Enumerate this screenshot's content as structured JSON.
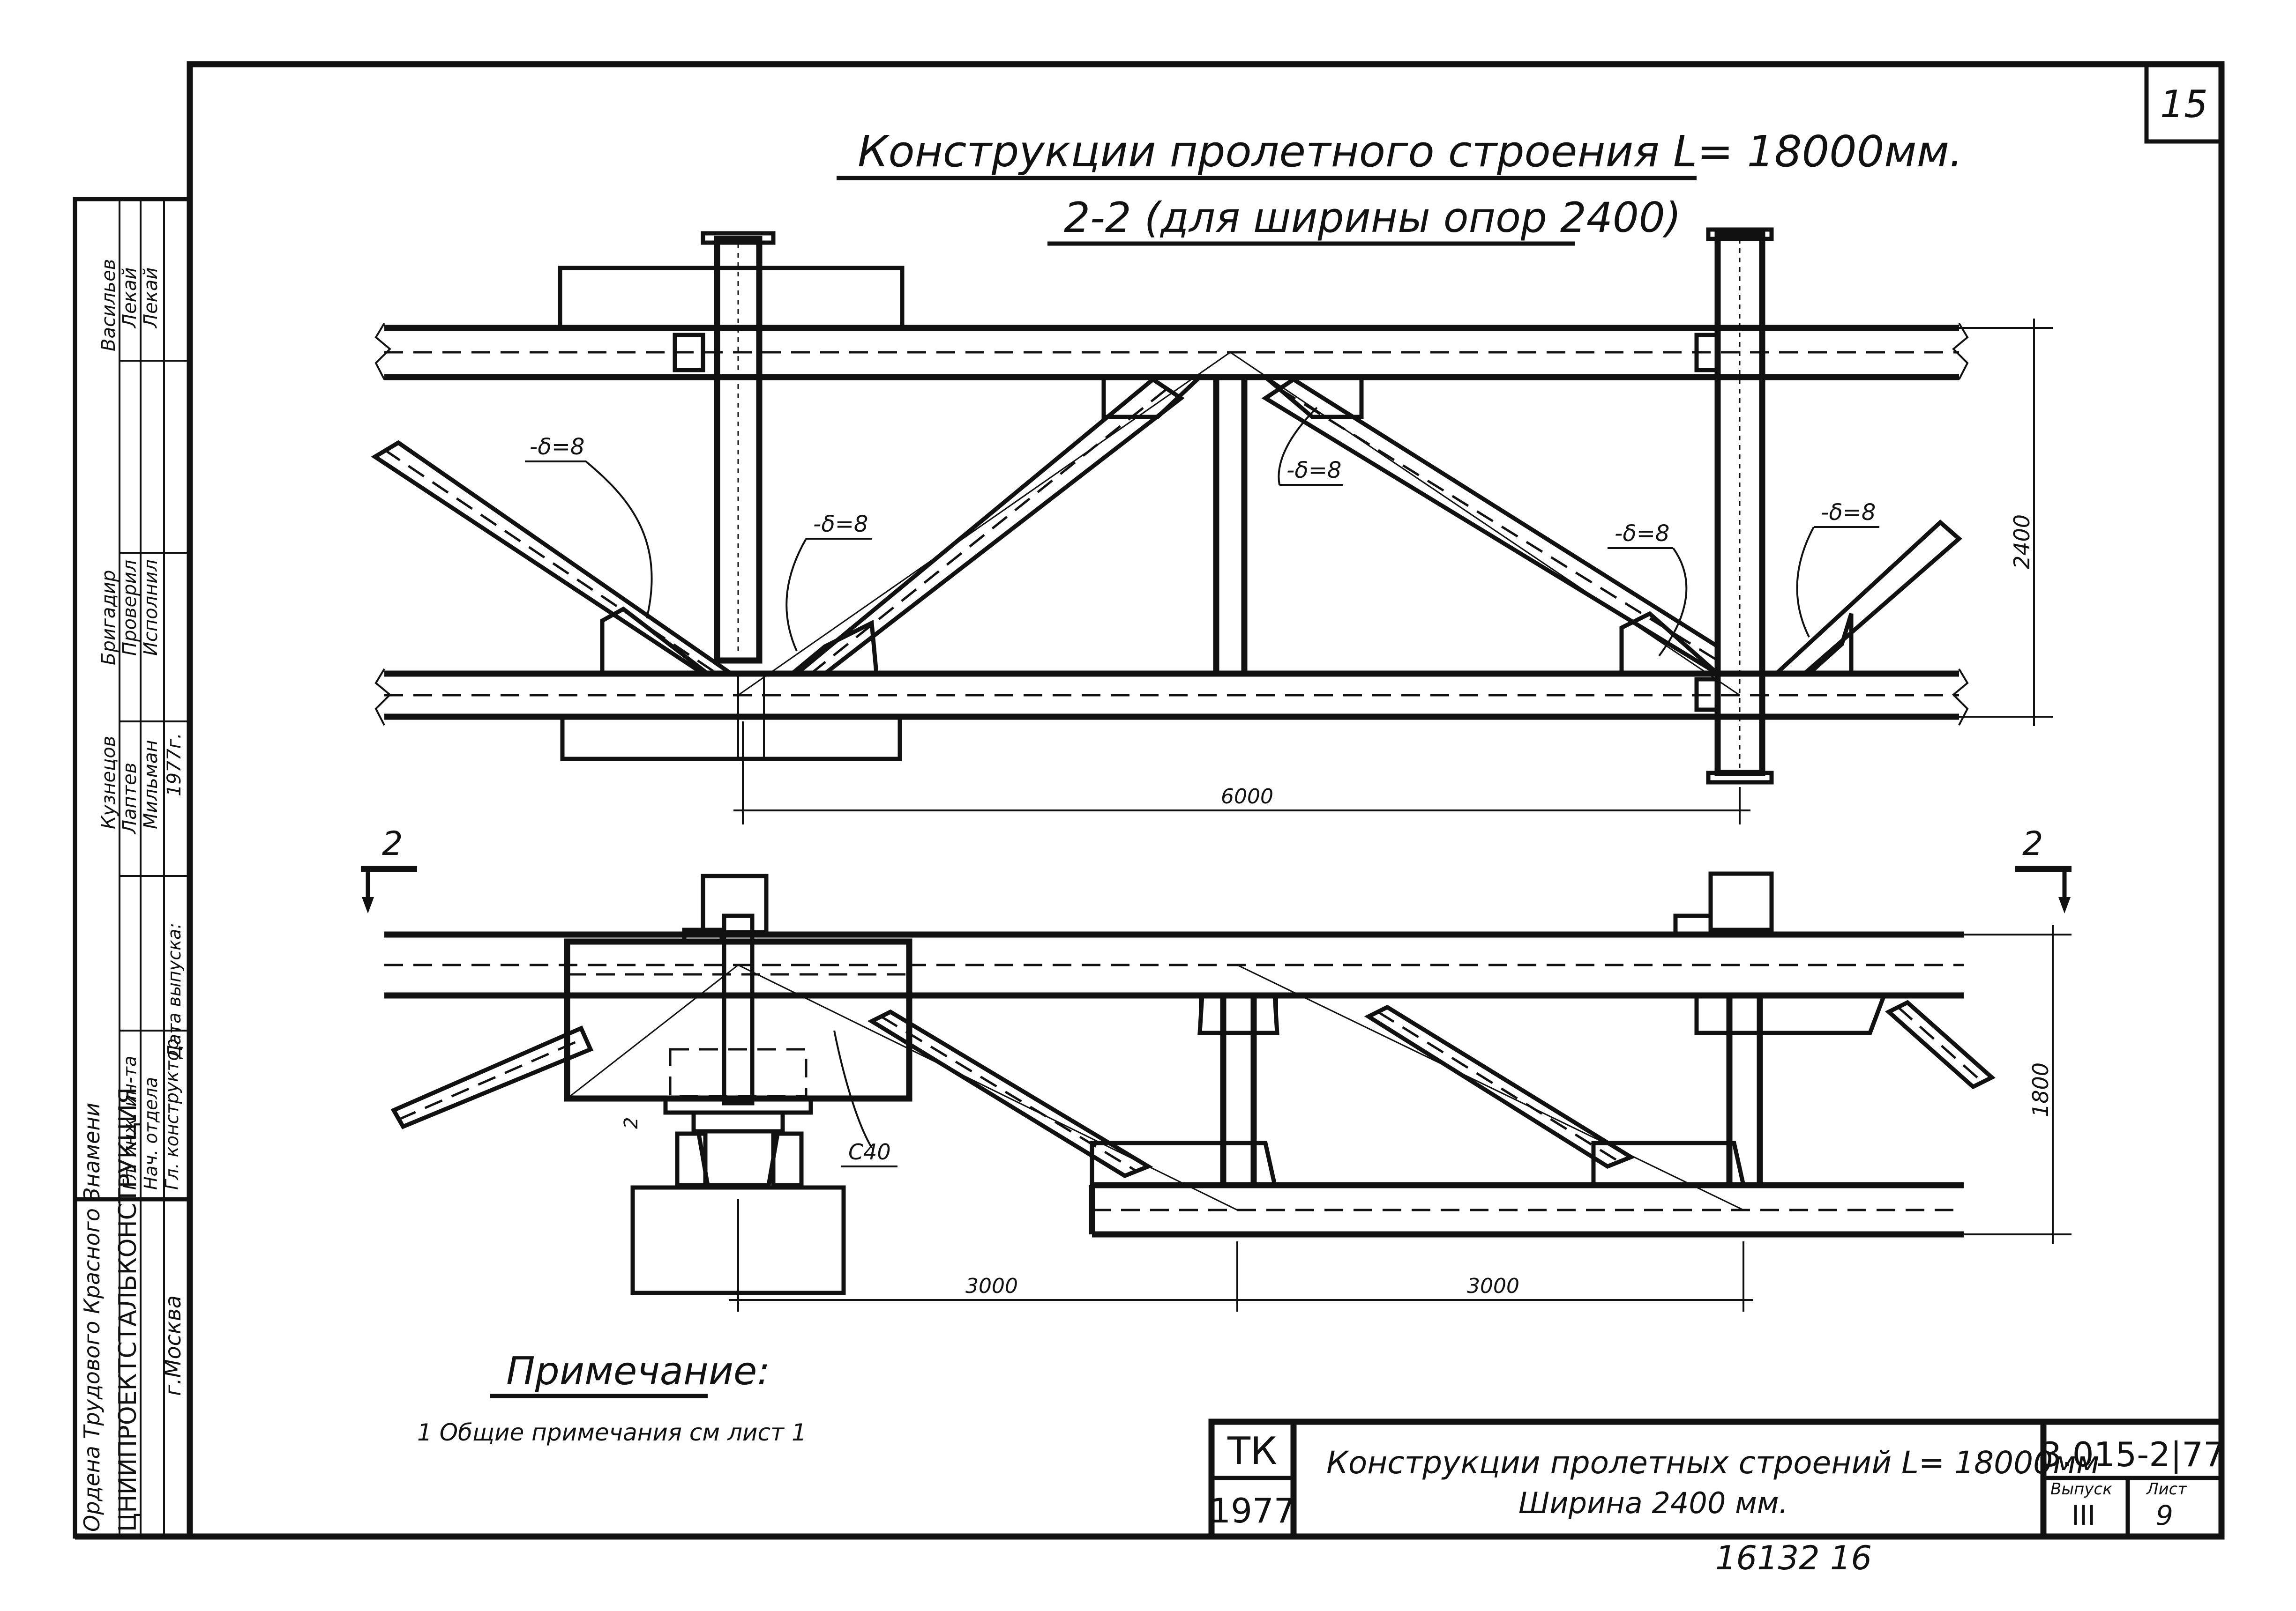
{
  "sheet": {
    "number": "15",
    "title": "Конструкции   пролетного строения L= 18000мм.",
    "section_title": "2-2 (для   ширины опор 2400)",
    "archive_number": "16132   16"
  },
  "drawing_labels": {
    "plate_labels": [
      "-δ=8",
      "-δ=8",
      "-δ=8",
      "-δ=8",
      "-δ=8"
    ],
    "dim_height_top": "2400",
    "dim_span_top": "6000",
    "section_marker_left": "2",
    "section_marker_right": "2",
    "dim_height_bottom": "1800",
    "dim_span_bottom_left": "3000",
    "dim_span_bottom_right": "3000",
    "channel_label": "C40",
    "gap_label": "2"
  },
  "note": {
    "heading": "Примечание:",
    "text": "1   Общие    примечания    см лист 1"
  },
  "side_stamp": {
    "org_line1": "Ордена Трудового Красного Знамени",
    "org_line2": "ЦНИИПРОЕКТСТАЛЬКОНСТРУКЦИЯ",
    "org_line3": "г.Москва",
    "roles": [
      "Гл. инж. ин-та",
      "Нач. отдела",
      "Гл. конструктор",
      "Дата выпуска:"
    ],
    "names_a": [
      "Васильев",
      "Бригадир",
      "Кузнецов"
    ],
    "names_b": [
      "Лекай",
      "Проверил",
      "Лаптев"
    ],
    "names_c": [
      "Лекай",
      "Исполнил",
      "Мильман"
    ],
    "year": "1977г."
  },
  "title_block": {
    "code_top": "ТК",
    "code_bottom": "1977",
    "title_line1": "Конструкции    пролетных строений L= 18000мм",
    "title_line2": "Ширина   2400 мм.",
    "series": "3.015-2|77",
    "issue_label": "Выпуск",
    "issue_value": "III",
    "sheet_label": "Лист",
    "sheet_value": "9"
  }
}
